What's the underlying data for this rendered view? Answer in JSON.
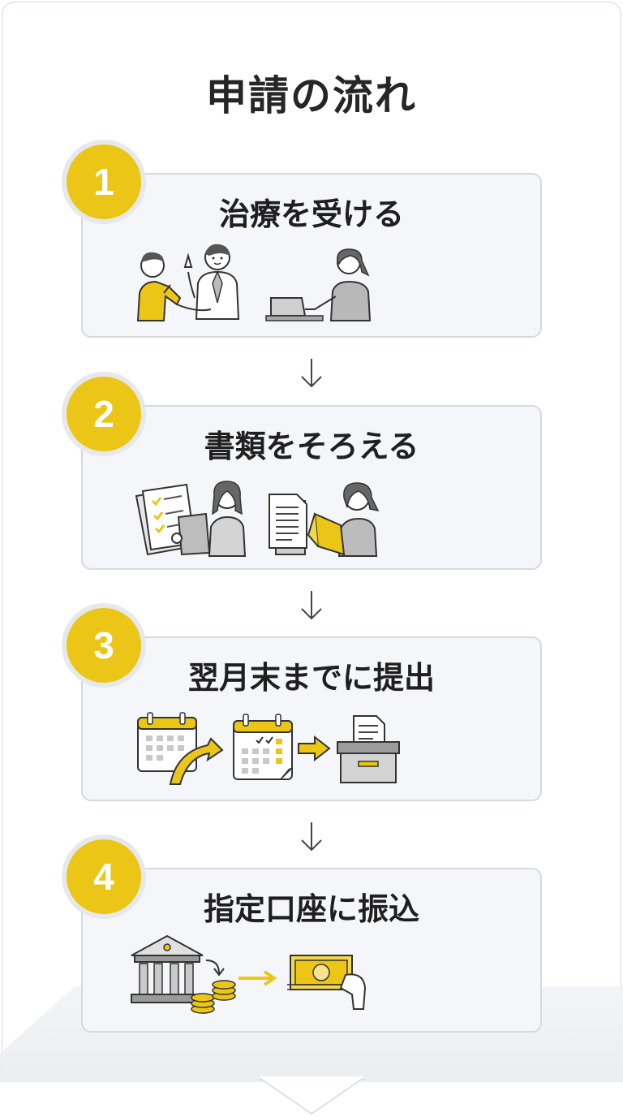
{
  "title": "申請の流れ",
  "colors": {
    "accent": "#ebc617",
    "card_bg": "#f4f6f9",
    "card_border": "#d6dade",
    "line": "#333333"
  },
  "steps": [
    {
      "number": "1",
      "label": "治療を受ける",
      "icons": [
        "patient-icon",
        "doctor-icon",
        "clerk-at-laptop-icon"
      ]
    },
    {
      "number": "2",
      "label": "書類をそろえる",
      "icons": [
        "checklist-document-icon",
        "person-with-tablet-icon",
        "text-document-icon",
        "person-with-folder-icon"
      ]
    },
    {
      "number": "3",
      "label": "翌月末までに提出",
      "icons": [
        "calendar-icon",
        "curved-arrow-icon",
        "calendar-checked-icon",
        "right-arrow-icon",
        "submission-box-icon"
      ]
    },
    {
      "number": "4",
      "label": "指定口座に振込",
      "icons": [
        "bank-icon",
        "coins-icon",
        "transfer-arrow-icon",
        "banknote-in-hand-icon"
      ]
    }
  ]
}
